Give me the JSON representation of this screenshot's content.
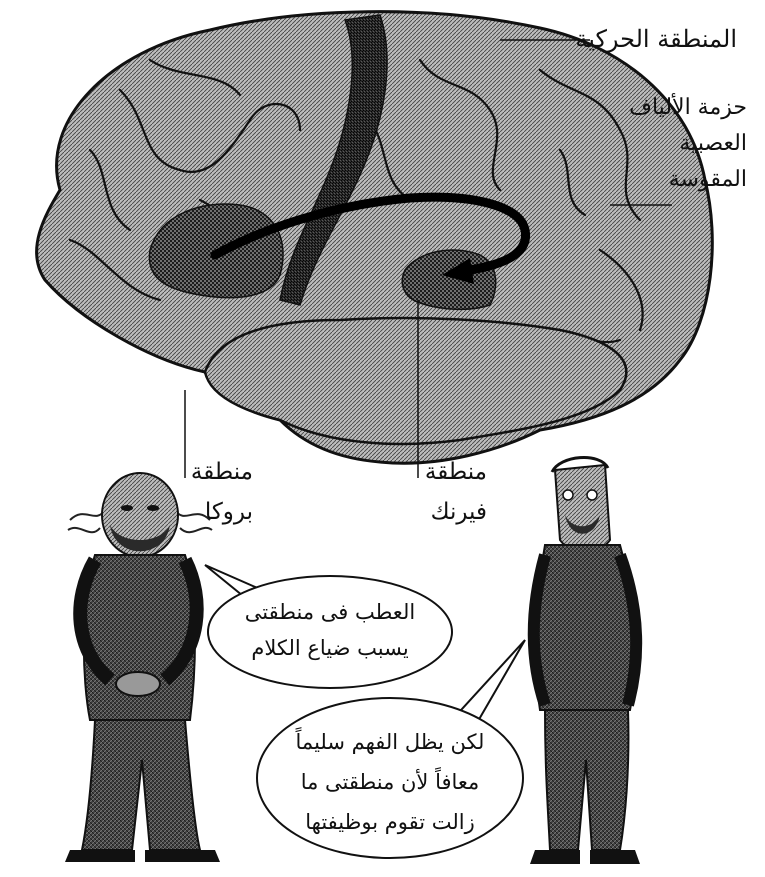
{
  "labels": {
    "motor_area": "المنطقة الحركية",
    "arcuate_fasciculus": [
      "حزمة الألياف",
      "العصبية",
      "المقوسة"
    ],
    "broca_area": [
      "منطقة",
      "بروكا"
    ],
    "wernicke_area": [
      "منطقة",
      "فيرنك"
    ]
  },
  "speech": {
    "broca": [
      "العطب فى منطقتى",
      "يسبب ضياع الكلام"
    ],
    "wernicke": [
      "لكن يظل الفهم سليماً",
      "معافاً لأن منطقتى ما",
      "زالت تقوم بوظيفتها"
    ]
  },
  "characters": [
    "broca-figure",
    "wernicke-figure"
  ],
  "colors": {
    "ink": "#111111",
    "paper": "#ffffff",
    "gray": "#8a8a8a",
    "dark": "#2b2b2b"
  }
}
